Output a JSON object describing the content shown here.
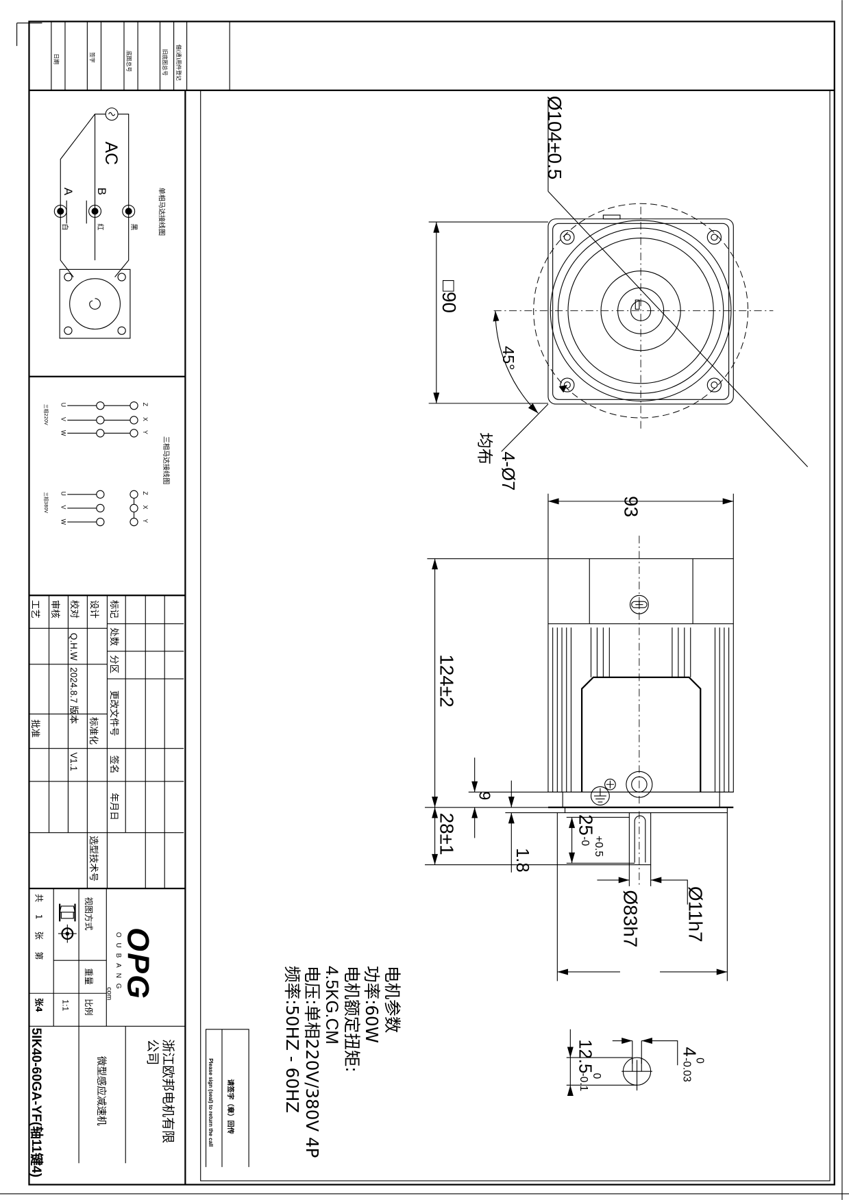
{
  "revision_strip": {
    "labels": [
      "日期",
      "签字",
      "底图总号",
      "旧底图总号",
      "借(通)用件登记"
    ]
  },
  "wiring_single": {
    "title": "单相马达接线图",
    "ac": "AC",
    "a": "A",
    "b": "B",
    "white": "白",
    "red": "红",
    "black": "黑"
  },
  "wiring_three": {
    "title": "三相马达接线图",
    "u": "U",
    "v": "V",
    "w": "W",
    "z": "Z",
    "x": "X",
    "y": "Y",
    "v220": "三相220V",
    "v380": "三相380V"
  },
  "title_block": {
    "mark": "标记",
    "count": "处数",
    "zone": "分区",
    "change_doc": "更改文件号",
    "signature": "签名",
    "date": "年月日",
    "design": "设计",
    "check": "校对",
    "review": "审核",
    "process": "工艺",
    "standardize": "标准化",
    "approve": "批准",
    "checker_name": "Q.H.W",
    "check_date": "2024.8.7",
    "version_label": "版本",
    "version": "V1.1",
    "selection_no": "选型技术号",
    "view_method": "视图方式",
    "weight": "重量",
    "scale_label": "比例",
    "scale": "1:1",
    "sheets": "共 1 张 第",
    "sheet_no": "张4",
    "logo_text": "OPG",
    "logo_sub": "OUBANG",
    "logo_com": "com",
    "company": [
      "浙江欧邦电机有限",
      "公司"
    ],
    "product": "微型感应减速机",
    "model": "5IK40-60GA-YF(轴11键4)"
  },
  "sign_box": {
    "cn": "请签字（章）回传",
    "en": "Please sign (seal) to return the call"
  },
  "params": {
    "title": "电机参数",
    "power": "功率:60W",
    "torque_label": "电机额定扭矩:",
    "torque": "4.5KG.CM",
    "voltage": "电压:单相220V/380V 4P",
    "frequency": "频率:50HZ - 60HZ"
  },
  "dimensions": {
    "pcd": "Ø104±0.5",
    "square": "□90",
    "angle": "45°",
    "holes": "4-Ø7",
    "holes_note": "均布",
    "width": "93",
    "length": "124±2",
    "flange": "9",
    "shaft_len": "28±1",
    "gap": "1.8",
    "key_len": "25",
    "key_len_tol_upper": "+0.5",
    "key_len_tol_lower": "-0",
    "shaft_dia": "Ø11h7",
    "pilot_dia": "Ø83h7",
    "key_height": "12.5",
    "key_height_tol_upper": "0",
    "key_height_tol_lower": "-0.1",
    "key_width": "4",
    "key_width_tol_upper": "0",
    "key_width_tol_lower": "-0.03"
  }
}
